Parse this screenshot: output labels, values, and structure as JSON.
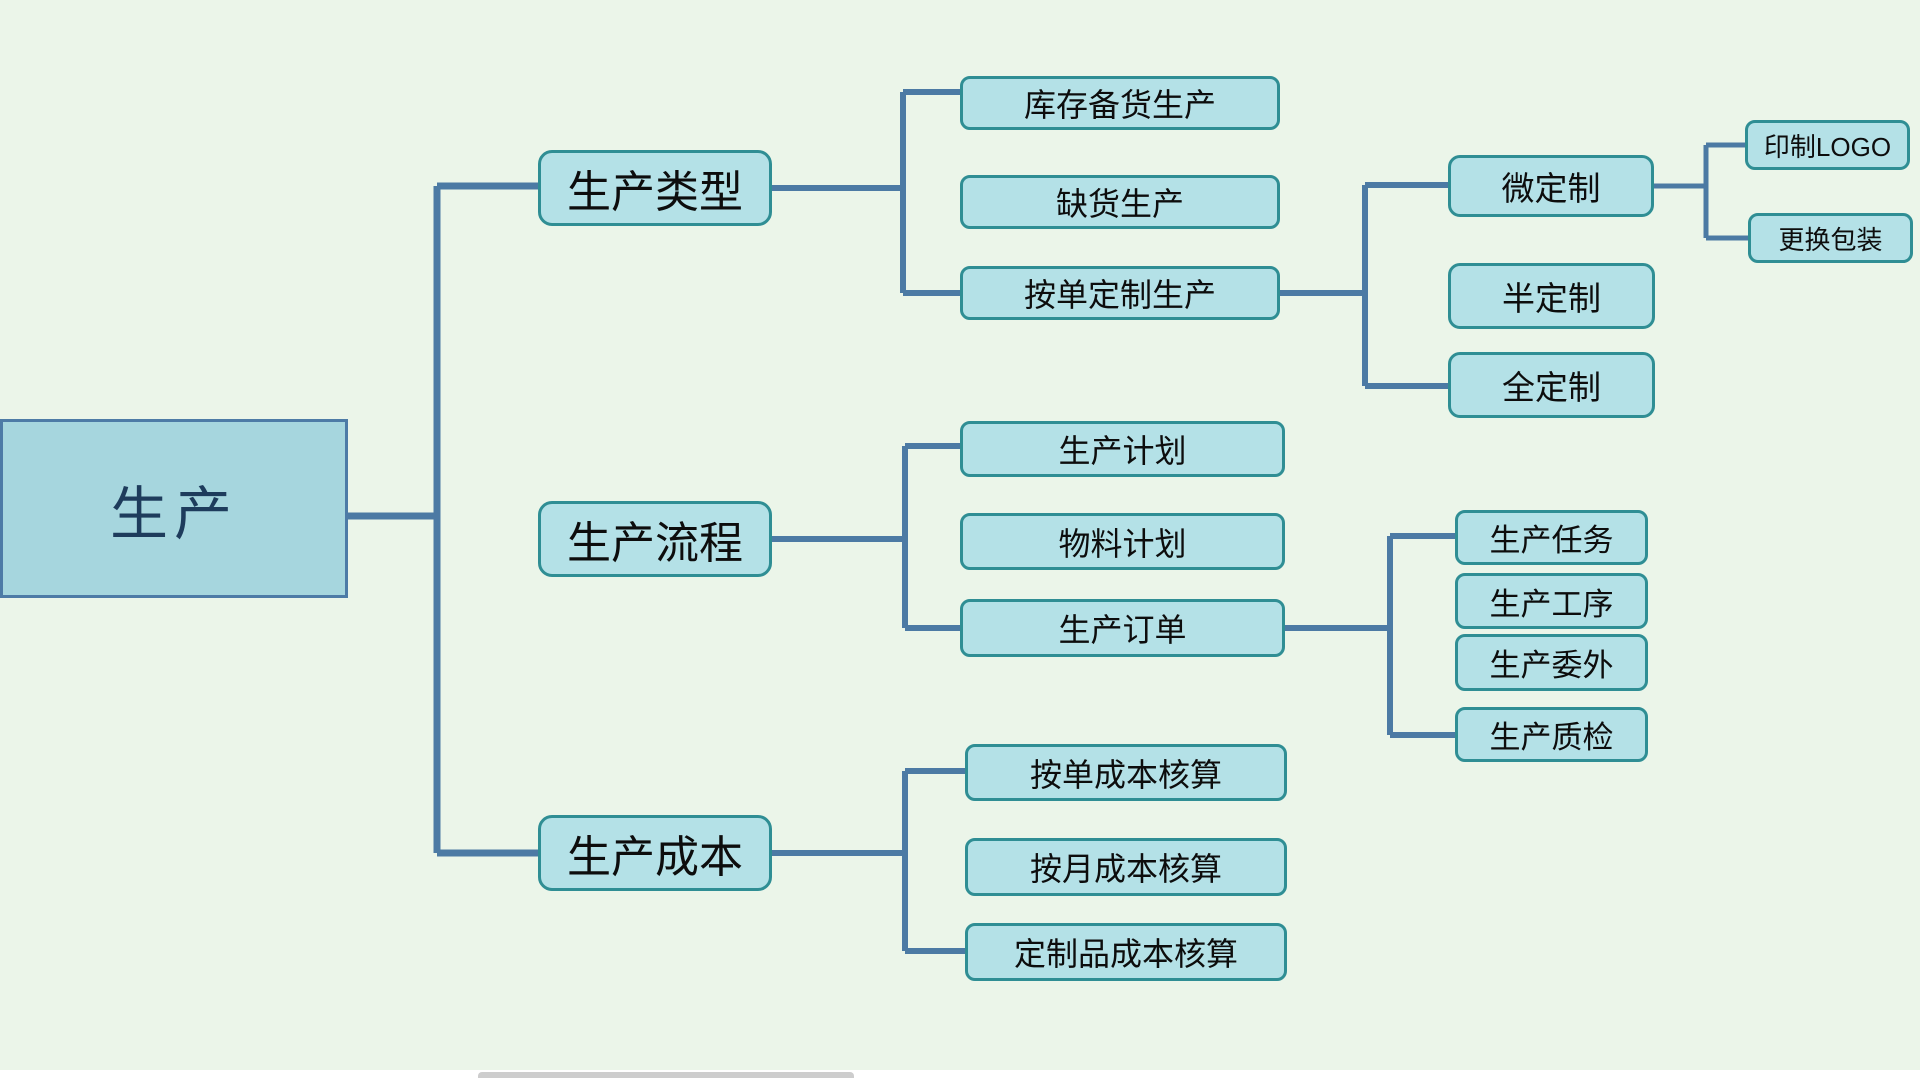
{
  "app": {
    "type": "mindmap-diagram",
    "background_color": "#ebf5e9"
  },
  "colors": {
    "node_fill": "#b4e1e7",
    "node_border": "#2f8e94",
    "root_fill": "#a6d6de",
    "root_border": "#4d7ba6",
    "root_text": "#1e3c5c",
    "node_text": "#0d0d0d",
    "connector": "#4c7aa4",
    "bottom_strip": "#ffffff",
    "bottom_peek_bar": "#cdcdcd"
  },
  "mindmap": {
    "root": {
      "label": "生产"
    },
    "branches": [
      {
        "label": "生产类型",
        "children": [
          {
            "label": "库存备货生产"
          },
          {
            "label": "缺货生产"
          },
          {
            "label": "按单定制生产",
            "children": [
              {
                "label": "微定制",
                "children": [
                  {
                    "label": "印制LOGO"
                  },
                  {
                    "label": "更换包装"
                  }
                ]
              },
              {
                "label": "半定制"
              },
              {
                "label": "全定制"
              }
            ]
          }
        ]
      },
      {
        "label": "生产流程",
        "children": [
          {
            "label": "生产计划"
          },
          {
            "label": "物料计划"
          },
          {
            "label": "生产订单",
            "children": [
              {
                "label": "生产任务"
              },
              {
                "label": "生产工序"
              },
              {
                "label": "生产委外"
              },
              {
                "label": "生产质检"
              }
            ]
          }
        ]
      },
      {
        "label": "生产成本",
        "children": [
          {
            "label": "按单成本核算"
          },
          {
            "label": "按月成本核算"
          },
          {
            "label": "定制品成本核算"
          }
        ]
      }
    ]
  }
}
